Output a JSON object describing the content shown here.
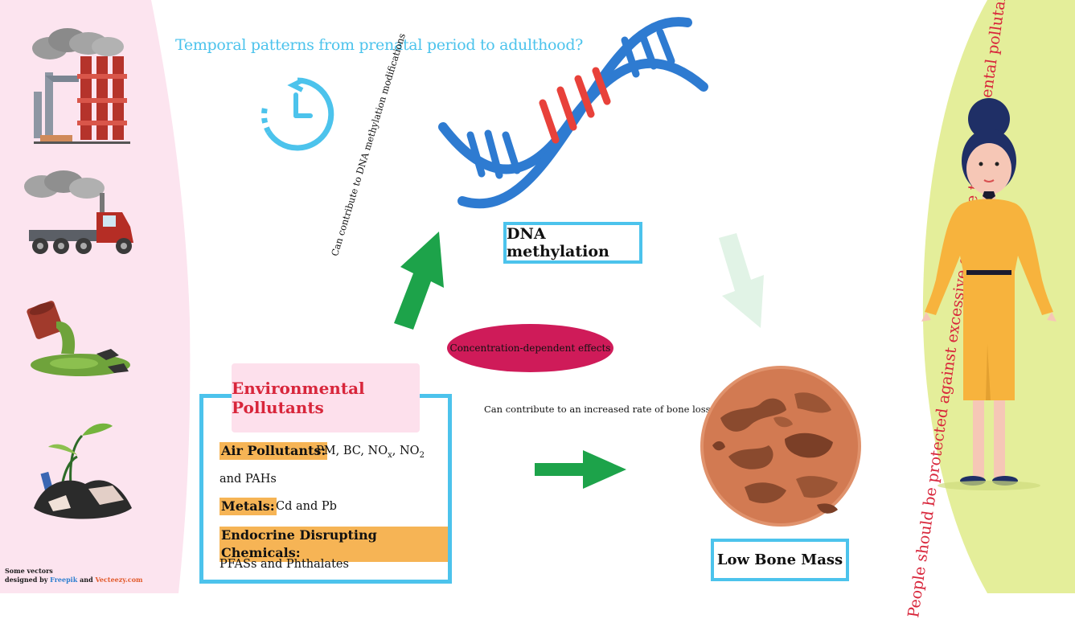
{
  "title": "Temporal patterns from prenatal period to adulthood?",
  "dna_label": "DNA methylation",
  "low_bone_label": "Low Bone Mass",
  "env_title": "Environmental Pollutants",
  "categories": {
    "air_tag": "Air Pollutants:",
    "air_items_a": "PM, BC, NO",
    "air_sub_x": "x",
    "air_sep": ", NO",
    "air_sub_2": "2",
    "air_items_b": "and PAHs",
    "metals_tag": "Metals:",
    "metals_items": "Cd and Pb",
    "edc_tag": "Endocrine Disrupting Chemicals:",
    "edc_items": "PFASs and Phthalates"
  },
  "concentration_label": "Concentration-dependent effects",
  "bone_loss_label": "Can contribute to an increased rate of bone loss",
  "methylation_mod_label": "Can contribute to DNA methylation modifications",
  "protect_label": "People should be protected against excessive exposure to environmental pollutants",
  "credits": {
    "line1": "Some vectors",
    "line2": "designed by",
    "freepik": "Freepik",
    "and": "and",
    "vecteezy": "Vecteezy.com"
  },
  "colors": {
    "accent_blue": "#4cc3ec",
    "green_arrow": "#1da34a",
    "red_title": "#d8263b",
    "oval": "#cf1b59",
    "tag": "#f6b455",
    "left_bg": "#fce4ef",
    "right_bg": "#e4ee9a"
  },
  "icons": [
    "factory-icon",
    "truck-icon",
    "toxic-spill-icon",
    "soil-plant-icon",
    "clock-icon",
    "dna-icon",
    "bone-icon",
    "woman-icon"
  ]
}
